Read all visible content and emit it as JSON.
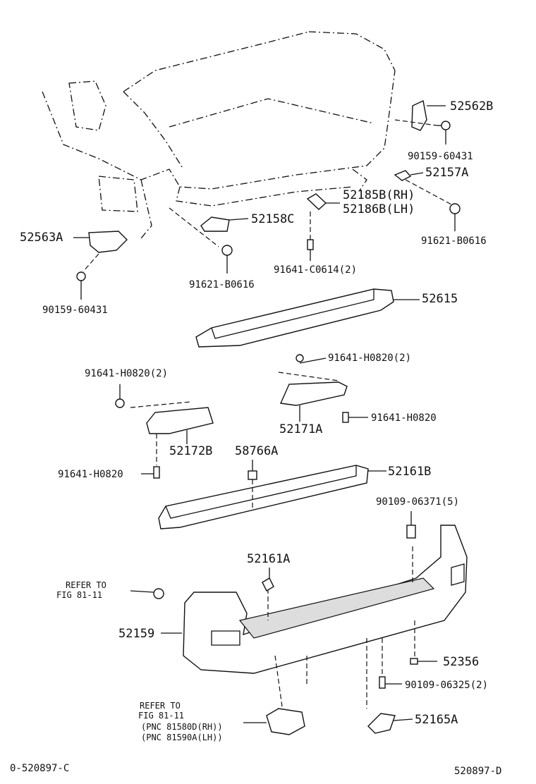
{
  "parts": {
    "p52562B": "52562B",
    "p90159_top": "90159-60431",
    "p52157A": "52157A",
    "p52185B": "52185B(RH)",
    "p52186B": "52186B(LH)",
    "p52158C": "52158C",
    "p91621_right": "91621-B0616",
    "p52563A": "52563A",
    "p91621_mid": "91621-B0616",
    "p91641_C0614": "91641-C0614(2)",
    "p90159_left": "90159-60431",
    "p52615": "52615",
    "p91641_H0820_2_right": "91641-H0820(2)",
    "p91641_H0820_2_left": "91641-H0820(2)",
    "p91641_H0820_right": "91641-H0820",
    "p52171A": "52171A",
    "p52172B": "52172B",
    "p58766A": "58766A",
    "p91641_H0820_left": "91641-H0820",
    "p52161B": "52161B",
    "p90109_06371": "90109-06371(5)",
    "p52161A": "52161A",
    "refer1_a": "REFER TO",
    "refer1_b": "FIG 81-11",
    "p52159": "52159",
    "p52356": "52356",
    "p90109_06325": "90109-06325(2)",
    "refer2_a": "REFER TO",
    "refer2_b": "FIG 81-11",
    "refer2_c": "(PNC 81580D(RH))",
    "refer2_d": "(PNC 81590A(LH))",
    "p52165A": "52165A"
  },
  "footer": {
    "left_code": "0-520897-C",
    "right_code": "520897-D"
  }
}
